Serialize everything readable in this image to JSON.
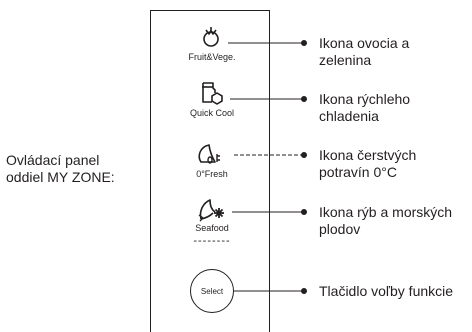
{
  "side_label": "Ovládací panel\noddiel MY ZONE:",
  "panel": {
    "items": [
      {
        "icon": "fruit-vegetable-icon",
        "caption": "Fruit&Vege.",
        "description": "Ikona ovocia a\nzelenina"
      },
      {
        "icon": "quick-cool-icon",
        "caption": "Quick Cool",
        "description": "Ikona rýchleho\nchladenia"
      },
      {
        "icon": "fresh-zero-icon",
        "caption": "0°Fresh",
        "description": "Ikona čerstvých\npotravín 0°C"
      },
      {
        "icon": "seafood-icon",
        "caption": "Seafood",
        "description": "Ikona rýb a morských\nplodov"
      }
    ],
    "dots": "--------",
    "select_button": {
      "label": "Select",
      "description": "Tlačidlo voľby funkcie"
    }
  }
}
